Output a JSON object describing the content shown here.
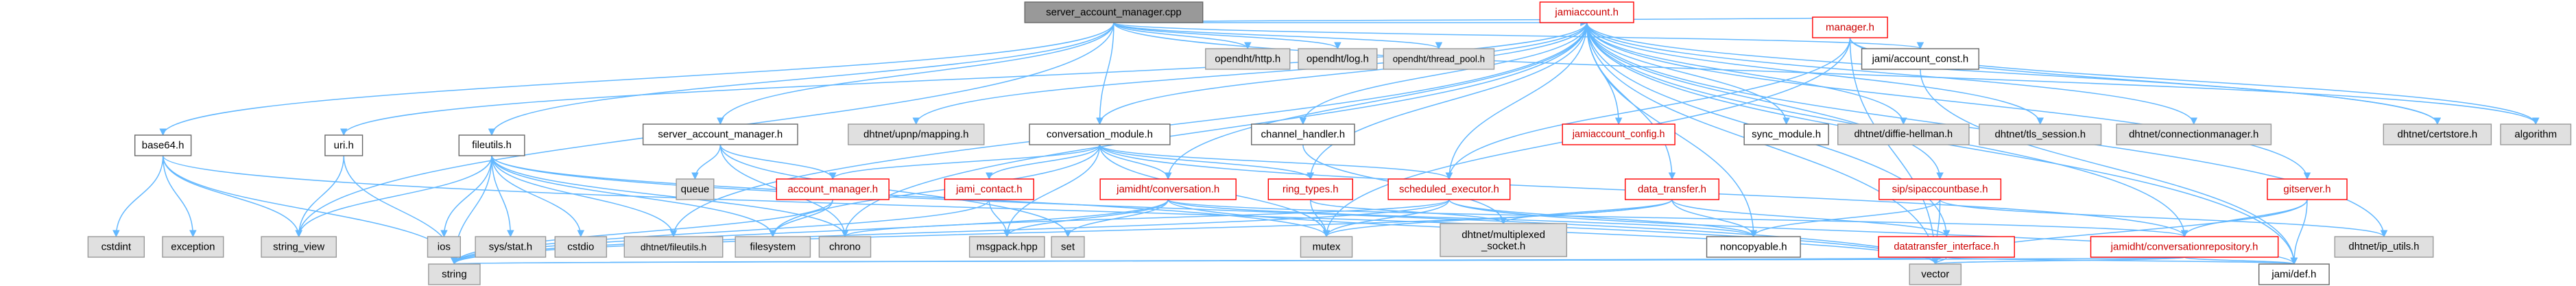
{
  "graph": {
    "root": "server_account_manager.cpp",
    "nodes": [
      {
        "id": "root",
        "label": "server_account_manager.cpp",
        "kind": "root"
      },
      {
        "id": "http",
        "label": "opendht/http.h",
        "kind": "external"
      },
      {
        "id": "log",
        "label": "opendht/log.h",
        "kind": "external"
      },
      {
        "id": "thread_pool",
        "label": "opendht/thread_pool.h",
        "kind": "external"
      },
      {
        "id": "jamiaccount",
        "label": "jamiaccount.h",
        "kind": "documented",
        "incomplete": true
      },
      {
        "id": "manager",
        "label": "manager.h",
        "kind": "documented",
        "incomplete": true
      },
      {
        "id": "account_const",
        "label": "jami/account_const.h",
        "kind": "documented"
      },
      {
        "id": "base64",
        "label": "base64.h",
        "kind": "documented"
      },
      {
        "id": "fileutils",
        "label": "fileutils.h",
        "kind": "documented"
      },
      {
        "id": "uri",
        "label": "uri.h",
        "kind": "documented"
      },
      {
        "id": "server_mgr",
        "label": "server_account_manager.h",
        "kind": "documented"
      },
      {
        "id": "conv_module",
        "label": "conversation_module.h",
        "kind": "documented"
      },
      {
        "id": "channel_handler",
        "label": "channel_handler.h",
        "kind": "documented"
      },
      {
        "id": "upnp",
        "label": "dhtnet/upnp/mapping.h",
        "kind": "external"
      },
      {
        "id": "jami_config",
        "label": "jamiaccount_config.h",
        "kind": "documented",
        "incomplete": true
      },
      {
        "id": "sync_module",
        "label": "sync_module.h",
        "kind": "documented"
      },
      {
        "id": "diffie",
        "label": "dhtnet/diffie-hellman.h",
        "kind": "external"
      },
      {
        "id": "tls_session",
        "label": "dhtnet/tls_session.h",
        "kind": "external"
      },
      {
        "id": "conn_mgr",
        "label": "dhtnet/connectionmanager.h",
        "kind": "external"
      },
      {
        "id": "certstore",
        "label": "dhtnet/certstore.h",
        "kind": "external"
      },
      {
        "id": "algorithm",
        "label": "algorithm",
        "kind": "external"
      },
      {
        "id": "queue",
        "label": "queue",
        "kind": "external"
      },
      {
        "id": "account_manager",
        "label": "account_manager.h",
        "kind": "documented",
        "incomplete": true
      },
      {
        "id": "jami_contact",
        "label": "jami_contact.h",
        "kind": "documented",
        "incomplete": true
      },
      {
        "id": "jamidht_conv",
        "label": "jamidht/conversation.h",
        "kind": "documented",
        "incomplete": true
      },
      {
        "id": "ring_types",
        "label": "ring_types.h",
        "kind": "documented",
        "incomplete": true
      },
      {
        "id": "scheduled_exec",
        "label": "scheduled_executor.h",
        "kind": "documented",
        "incomplete": true
      },
      {
        "id": "data_transfer",
        "label": "data_transfer.h",
        "kind": "documented",
        "incomplete": true
      },
      {
        "id": "sipaccountbase",
        "label": "sip/sipaccountbase.h",
        "kind": "documented",
        "incomplete": true
      },
      {
        "id": "gitserver",
        "label": "gitserver.h",
        "kind": "documented",
        "incomplete": true
      },
      {
        "id": "cstdint",
        "label": "cstdint",
        "kind": "external"
      },
      {
        "id": "exception",
        "label": "exception",
        "kind": "external"
      },
      {
        "id": "string_view",
        "label": "string_view",
        "kind": "external"
      },
      {
        "id": "ios",
        "label": "ios",
        "kind": "external"
      },
      {
        "id": "sys_stat",
        "label": "sys/stat.h",
        "kind": "external"
      },
      {
        "id": "cstdio",
        "label": "cstdio",
        "kind": "external"
      },
      {
        "id": "dhtnet_fileutils",
        "label": "dhtnet/fileutils.h",
        "kind": "external"
      },
      {
        "id": "filesystem",
        "label": "filesystem",
        "kind": "external"
      },
      {
        "id": "chrono",
        "label": "chrono",
        "kind": "external"
      },
      {
        "id": "msgpack",
        "label": "msgpack.hpp",
        "kind": "external"
      },
      {
        "id": "set",
        "label": "set",
        "kind": "external"
      },
      {
        "id": "mutex",
        "label": "mutex",
        "kind": "external"
      },
      {
        "id": "multiplexed",
        "label": "dhtnet/multiplexed\n_socket.h",
        "kind": "external"
      },
      {
        "id": "noncopyable",
        "label": "noncopyable.h",
        "kind": "documented"
      },
      {
        "id": "datatransfer_iface",
        "label": "datatransfer_interface.h",
        "kind": "documented",
        "incomplete": true
      },
      {
        "id": "conv_repo",
        "label": "jamidht/conversationrepository.h",
        "kind": "documented",
        "incomplete": true
      },
      {
        "id": "ip_utils",
        "label": "dhtnet/ip_utils.h",
        "kind": "external"
      },
      {
        "id": "string",
        "label": "string",
        "kind": "external"
      },
      {
        "id": "vector",
        "label": "vector",
        "kind": "external"
      },
      {
        "id": "jami_def",
        "label": "jami/def.h",
        "kind": "documented"
      }
    ],
    "edges": [
      [
        "root",
        "http"
      ],
      [
        "root",
        "log"
      ],
      [
        "root",
        "thread_pool"
      ],
      [
        "root",
        "jamiaccount"
      ],
      [
        "root",
        "manager"
      ],
      [
        "root",
        "account_const"
      ],
      [
        "root",
        "base64"
      ],
      [
        "root",
        "fileutils"
      ],
      [
        "root",
        "server_mgr"
      ],
      [
        "root",
        "conv_module"
      ],
      [
        "root",
        "string_view"
      ],
      [
        "root",
        "algorithm"
      ],
      [
        "jamiaccount",
        "uri"
      ],
      [
        "jamiaccount",
        "conv_module"
      ],
      [
        "jamiaccount",
        "channel_handler"
      ],
      [
        "jamiaccount",
        "upnp"
      ],
      [
        "jamiaccount",
        "jami_config"
      ],
      [
        "jamiaccount",
        "sync_module"
      ],
      [
        "jamiaccount",
        "diffie"
      ],
      [
        "jamiaccount",
        "tls_session"
      ],
      [
        "jamiaccount",
        "conn_mgr"
      ],
      [
        "jamiaccount",
        "certstore"
      ],
      [
        "jamiaccount",
        "sipaccountbase"
      ],
      [
        "jamiaccount",
        "gitserver"
      ],
      [
        "jamiaccount",
        "data_transfer"
      ],
      [
        "jamiaccount",
        "scheduled_exec"
      ],
      [
        "jamiaccount",
        "jamidht_conv"
      ],
      [
        "jamiaccount",
        "ring_types"
      ],
      [
        "jamiaccount",
        "conv_repo"
      ],
      [
        "jamiaccount",
        "ip_utils"
      ],
      [
        "jamiaccount",
        "vector"
      ],
      [
        "jamiaccount",
        "jami_def"
      ],
      [
        "jamiaccount",
        "dhtnet_fileutils"
      ],
      [
        "jamiaccount",
        "chrono"
      ],
      [
        "jamiaccount",
        "noncopyable"
      ],
      [
        "jamiaccount",
        "datatransfer_iface"
      ],
      [
        "manager",
        "certstore"
      ],
      [
        "manager",
        "algorithm"
      ],
      [
        "manager",
        "scheduled_exec"
      ],
      [
        "manager",
        "vector"
      ],
      [
        "manager",
        "mutex"
      ],
      [
        "account_const",
        "jami_def"
      ],
      [
        "base64",
        "cstdint"
      ],
      [
        "base64",
        "exception"
      ],
      [
        "base64",
        "string_view"
      ],
      [
        "base64",
        "string"
      ],
      [
        "base64",
        "vector"
      ],
      [
        "uri",
        "string_view"
      ],
      [
        "uri",
        "string"
      ],
      [
        "fileutils",
        "string_view"
      ],
      [
        "fileutils",
        "ios"
      ],
      [
        "fileutils",
        "sys_stat"
      ],
      [
        "fileutils",
        "cstdio"
      ],
      [
        "fileutils",
        "dhtnet_fileutils"
      ],
      [
        "fileutils",
        "filesystem"
      ],
      [
        "fileutils",
        "chrono"
      ],
      [
        "fileutils",
        "mutex"
      ],
      [
        "fileutils",
        "string"
      ],
      [
        "fileutils",
        "vector"
      ],
      [
        "server_mgr",
        "queue"
      ],
      [
        "server_mgr",
        "account_manager"
      ],
      [
        "server_mgr",
        "set"
      ],
      [
        "server_mgr",
        "chrono"
      ],
      [
        "conv_module",
        "account_manager"
      ],
      [
        "conv_module",
        "jami_contact"
      ],
      [
        "conv_module",
        "jamidht_conv"
      ],
      [
        "conv_module",
        "ring_types"
      ],
      [
        "conv_module",
        "scheduled_exec"
      ],
      [
        "conv_module",
        "msgpack"
      ],
      [
        "conv_module",
        "mutex"
      ],
      [
        "conv_module",
        "filesystem"
      ],
      [
        "conv_module",
        "conv_repo"
      ],
      [
        "channel_handler",
        "multiplexed"
      ],
      [
        "account_manager",
        "string"
      ],
      [
        "account_manager",
        "filesystem"
      ],
      [
        "jami_contact",
        "string"
      ],
      [
        "jami_contact",
        "msgpack"
      ],
      [
        "jamidht_conv",
        "msgpack"
      ],
      [
        "jamidht_conv",
        "set"
      ],
      [
        "jamidht_conv",
        "string"
      ],
      [
        "jamidht_conv",
        "vector"
      ],
      [
        "jamidht_conv",
        "conv_repo"
      ],
      [
        "jamidht_conv",
        "noncopyable"
      ],
      [
        "ring_types",
        "mutex"
      ],
      [
        "ring_types",
        "multiplexed"
      ],
      [
        "scheduled_exec",
        "mutex"
      ],
      [
        "scheduled_exec",
        "chrono"
      ],
      [
        "scheduled_exec",
        "noncopyable"
      ],
      [
        "scheduled_exec",
        "string"
      ],
      [
        "scheduled_exec",
        "jami_def"
      ],
      [
        "data_transfer",
        "mutex"
      ],
      [
        "data_transfer",
        "noncopyable"
      ],
      [
        "data_transfer",
        "datatransfer_iface"
      ],
      [
        "data_transfer",
        "string"
      ],
      [
        "data_transfer",
        "multiplexed"
      ],
      [
        "sipaccountbase",
        "noncopyable"
      ],
      [
        "sipaccountbase",
        "ip_utils"
      ],
      [
        "sipaccountbase",
        "vector"
      ],
      [
        "gitserver",
        "conv_repo"
      ],
      [
        "gitserver",
        "vector"
      ],
      [
        "gitserver",
        "jami_def"
      ],
      [
        "datatransfer_iface",
        "string"
      ],
      [
        "datatransfer_iface",
        "vector"
      ],
      [
        "datatransfer_iface",
        "jami_def"
      ],
      [
        "conv_repo",
        "string"
      ],
      [
        "conv_repo",
        "vector"
      ],
      [
        "conv_repo",
        "jami_def"
      ]
    ]
  }
}
